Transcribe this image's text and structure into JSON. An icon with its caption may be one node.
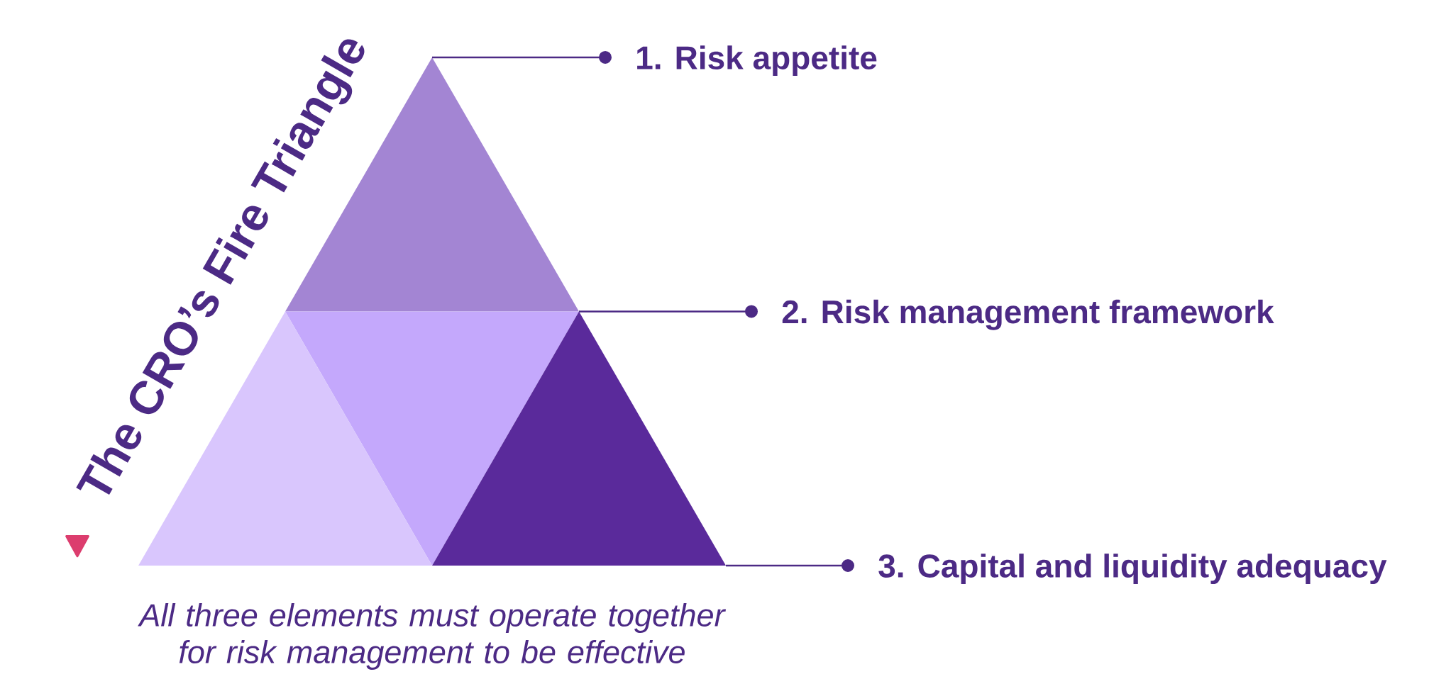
{
  "diagram": {
    "title": "The CRO’s Fire Triangle",
    "caption": "All three elements must operate together for risk management to be effective",
    "nodes": [
      {
        "text": [],
        "shape": "triangle"
      },
      {
        "text": [],
        "shape": "triangle"
      },
      {
        "text": [],
        "shape": "triangle"
      },
      {
        "text": [],
        "shape": "triangle"
      },
      {
        "text": [
          "1. Risk appetite"
        ]
      },
      {
        "text": [
          "2. Risk management framework"
        ]
      },
      {
        "text": [
          "3. Capital and liquidity adequacy"
        ]
      }
    ],
    "edges": [
      {
        "from": 4,
        "to": 0,
        "arrow": "other"
      },
      {
        "from": 5,
        "to": 1,
        "arrow": "other"
      },
      {
        "from": 6,
        "to": 3,
        "arrow": "other"
      }
    ]
  }
}
